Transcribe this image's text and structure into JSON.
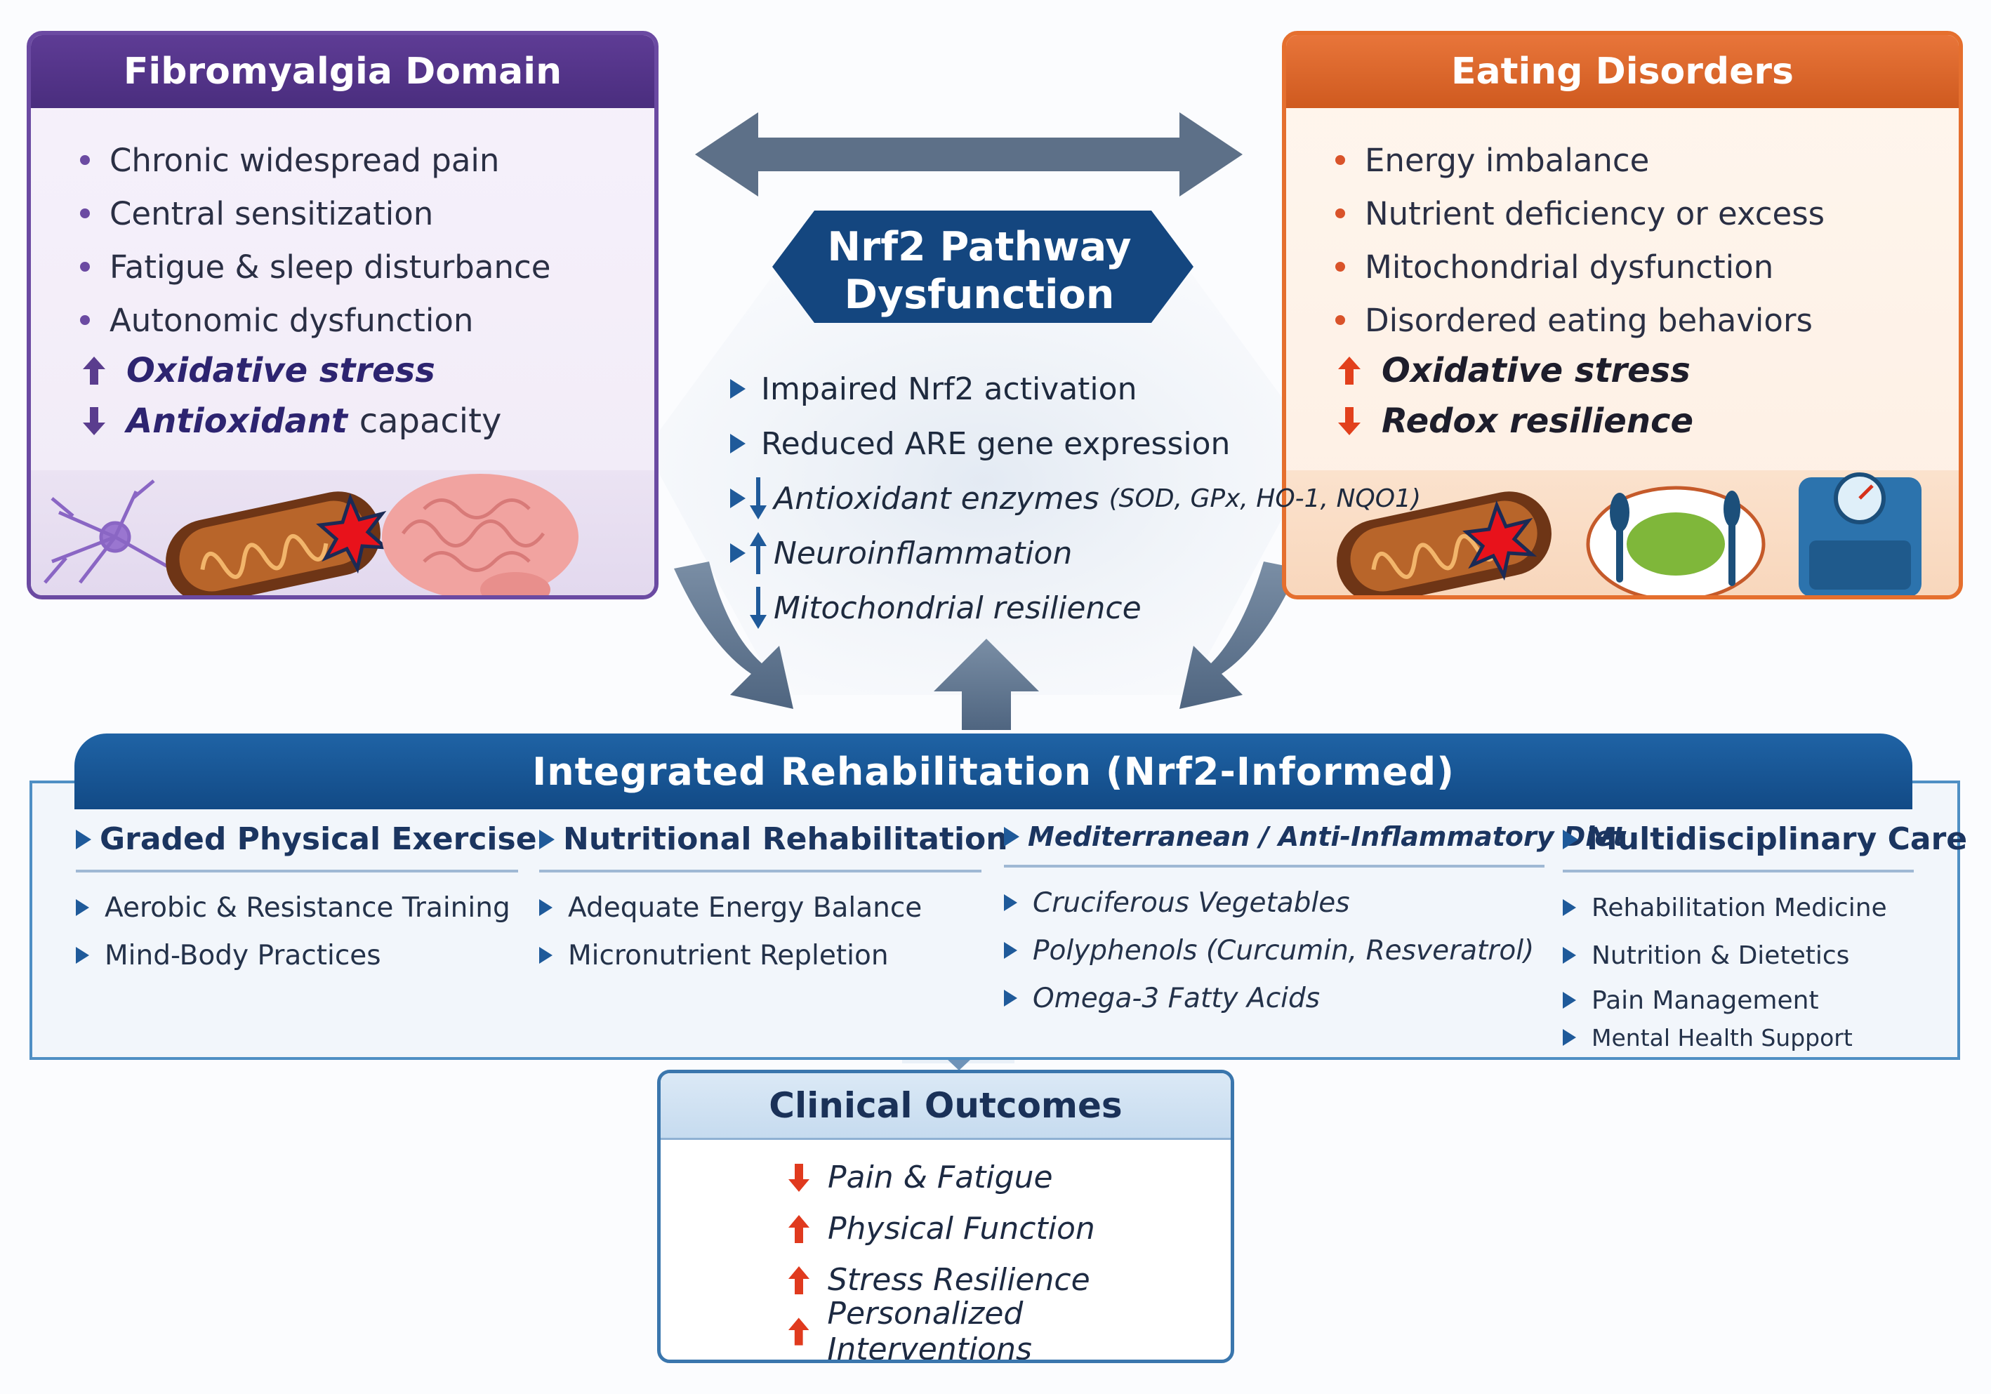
{
  "fibromyalgia": {
    "title": "Fibromyalgia Domain",
    "bullets": [
      "Chronic widespread pain",
      "Central sensitization",
      "Fatigue & sleep disturbance",
      "Autonomic dysfunction"
    ],
    "up_item": "Oxidative stress",
    "down_item_bold": "Antioxidant",
    "down_item_rest": "capacity"
  },
  "eating": {
    "title": "Eating Disorders",
    "bullets": [
      "Energy imbalance",
      "Nutrient deficiency or excess",
      "Mitochondrial dysfunction",
      "Disordered eating behaviors"
    ],
    "up_item": "Oxidative stress",
    "down_item": "Redox resilience"
  },
  "nrf2": {
    "title_line1": "Nrf2 Pathway",
    "title_line2": "Dysfunction",
    "items": [
      "Impaired Nrf2 activation",
      "Reduced ARE gene expression"
    ],
    "enzymes_label": "Antioxidant enzymes",
    "enzymes_detail": "(SOD, GPx, HO-1, NQO1)",
    "neuro": "Neuroinflammation",
    "mito": "Mitochondrial resilience"
  },
  "rehab": {
    "title": "Integrated Rehabilitation (Nrf2-Informed)",
    "columns": [
      {
        "heading": "Graded Physical Exercise",
        "items": [
          "Aerobic & Resistance Training",
          "Mind-Body Practices"
        ]
      },
      {
        "heading": "Nutritional Rehabilitation",
        "items": [
          "Adequate Energy Balance",
          "Micronutrient Repletion"
        ]
      },
      {
        "heading": "Mediterranean / Anti-Inflammatory Diet",
        "items": [
          "Cruciferous Vegetables",
          "Polyphenols (Curcumin, Resveratrol)",
          "Omega-3 Fatty Acids"
        ]
      },
      {
        "heading": "Multidisciplinary Care",
        "items": [
          "Rehabilitation Medicine",
          "Nutrition & Dietetics",
          "Pain Management",
          "Mental Health Support"
        ]
      }
    ]
  },
  "outcomes": {
    "title": "Clinical Outcomes",
    "items": [
      {
        "dir": "down",
        "label": "Pain & Fatigue"
      },
      {
        "dir": "up",
        "label": "Physical Function"
      },
      {
        "dir": "up",
        "label": "Stress Resilience"
      },
      {
        "dir": "up",
        "label": "Personalized Interventions"
      }
    ]
  },
  "colors": {
    "fibromyalgia_accent": "#6b4aa2",
    "eating_accent": "#e56f2e",
    "nrf2_blue": "#1f5a9a",
    "outcome_arrow": "#e03a1e"
  }
}
